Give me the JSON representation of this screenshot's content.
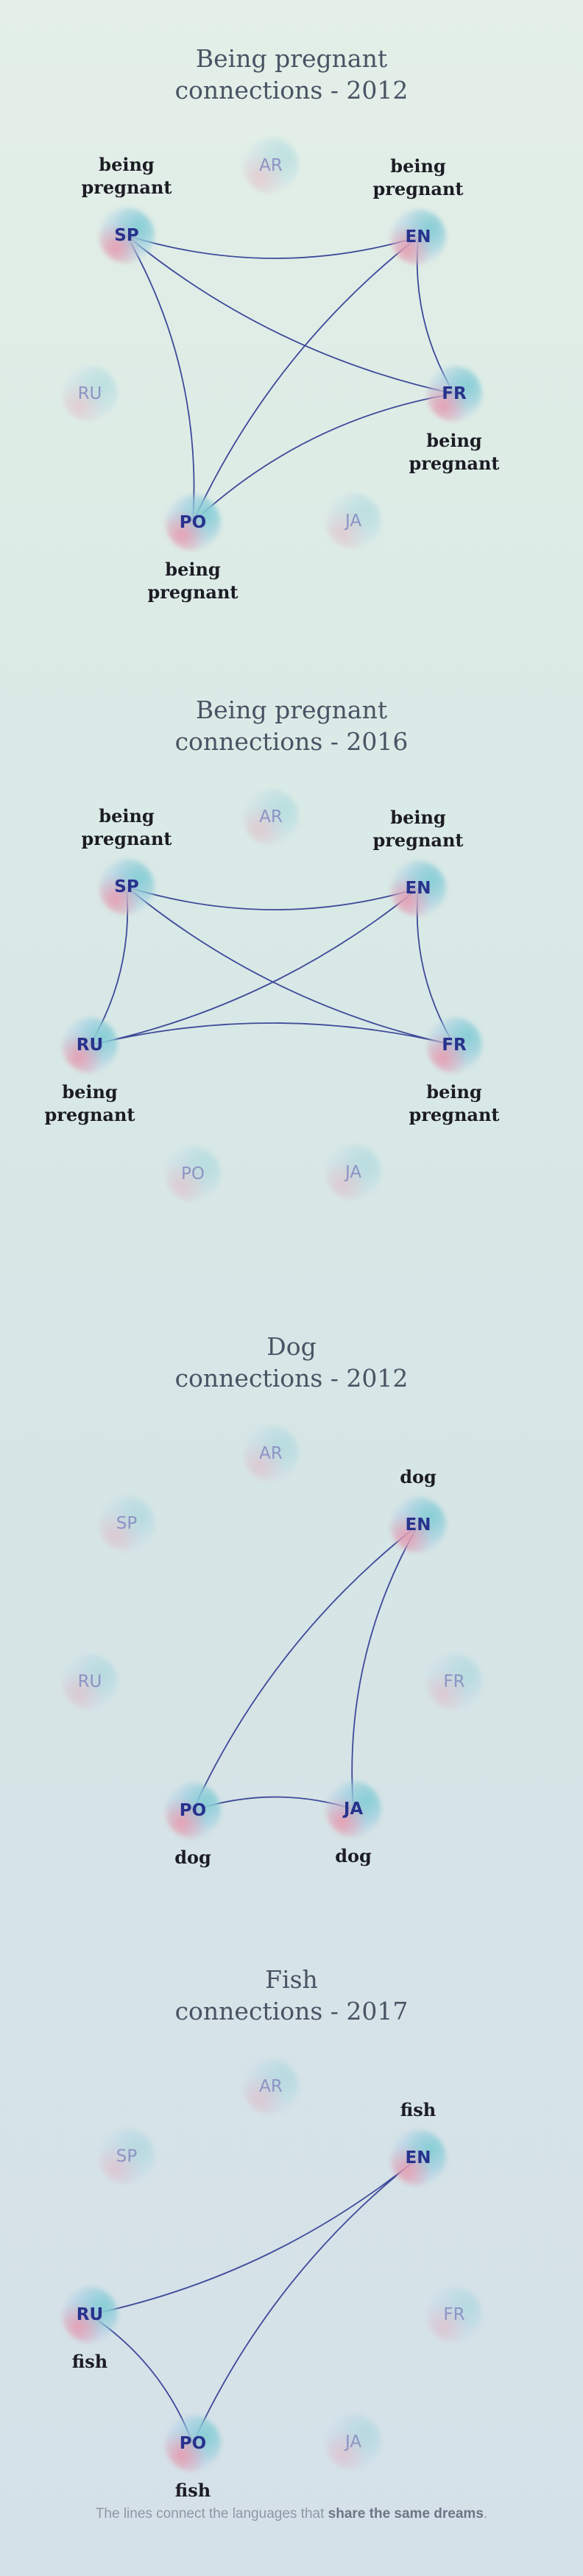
{
  "colors": {
    "edge": "#3e4a99",
    "node_text": "#27328d",
    "inactive_text": "#8d94c4",
    "title": "#4a5364",
    "label": "#1c1c24",
    "footer": "#8f96a6"
  },
  "panels": [
    {
      "title_line1": "Being pregnant",
      "title_line2": "connections - 2012",
      "nodes": [
        {
          "code": "SP",
          "active": true,
          "word": "being pregnant"
        },
        {
          "code": "AR",
          "active": false,
          "word": ""
        },
        {
          "code": "EN",
          "active": true,
          "word": "being pregnant"
        },
        {
          "code": "RU",
          "active": false,
          "word": ""
        },
        {
          "code": "FR",
          "active": true,
          "word": "being pregnant"
        },
        {
          "code": "PO",
          "active": true,
          "word": "being pregnant"
        },
        {
          "code": "JA",
          "active": false,
          "word": ""
        }
      ],
      "edges": [
        [
          "SP",
          "EN"
        ],
        [
          "SP",
          "FR"
        ],
        [
          "SP",
          "PO"
        ],
        [
          "EN",
          "FR"
        ],
        [
          "EN",
          "PO"
        ],
        [
          "FR",
          "PO"
        ]
      ]
    },
    {
      "title_line1": "Being pregnant",
      "title_line2": "connections - 2016",
      "nodes": [
        {
          "code": "SP",
          "active": true,
          "word": "being pregnant"
        },
        {
          "code": "AR",
          "active": false,
          "word": ""
        },
        {
          "code": "EN",
          "active": true,
          "word": "being pregnant"
        },
        {
          "code": "RU",
          "active": true,
          "word": "being pregnant"
        },
        {
          "code": "FR",
          "active": true,
          "word": "being pregnant"
        },
        {
          "code": "PO",
          "active": false,
          "word": ""
        },
        {
          "code": "JA",
          "active": false,
          "word": ""
        }
      ],
      "edges": [
        [
          "SP",
          "EN"
        ],
        [
          "SP",
          "FR"
        ],
        [
          "SP",
          "RU"
        ],
        [
          "EN",
          "RU"
        ],
        [
          "EN",
          "FR"
        ],
        [
          "RU",
          "FR"
        ]
      ]
    },
    {
      "title_line1": "Dog",
      "title_line2": "connections - 2012",
      "nodes": [
        {
          "code": "SP",
          "active": false,
          "word": ""
        },
        {
          "code": "AR",
          "active": false,
          "word": ""
        },
        {
          "code": "EN",
          "active": true,
          "word": "dog"
        },
        {
          "code": "RU",
          "active": false,
          "word": ""
        },
        {
          "code": "FR",
          "active": false,
          "word": ""
        },
        {
          "code": "PO",
          "active": true,
          "word": "dog"
        },
        {
          "code": "JA",
          "active": true,
          "word": "dog"
        }
      ],
      "edges": [
        [
          "EN",
          "PO"
        ],
        [
          "EN",
          "JA"
        ],
        [
          "PO",
          "JA"
        ]
      ]
    },
    {
      "title_line1": "Fish",
      "title_line2": "connections - 2017",
      "nodes": [
        {
          "code": "SP",
          "active": false,
          "word": ""
        },
        {
          "code": "AR",
          "active": false,
          "word": ""
        },
        {
          "code": "EN",
          "active": true,
          "word": "fish"
        },
        {
          "code": "RU",
          "active": true,
          "word": "fish"
        },
        {
          "code": "FR",
          "active": false,
          "word": ""
        },
        {
          "code": "PO",
          "active": true,
          "word": "fish"
        },
        {
          "code": "JA",
          "active": false,
          "word": ""
        }
      ],
      "edges": [
        [
          "EN",
          "RU"
        ],
        [
          "EN",
          "PO"
        ],
        [
          "RU",
          "PO"
        ]
      ]
    }
  ],
  "footer": {
    "text_before": "The lines connect the languages that ",
    "text_bold": "share the same dreams",
    "text_after": "."
  }
}
